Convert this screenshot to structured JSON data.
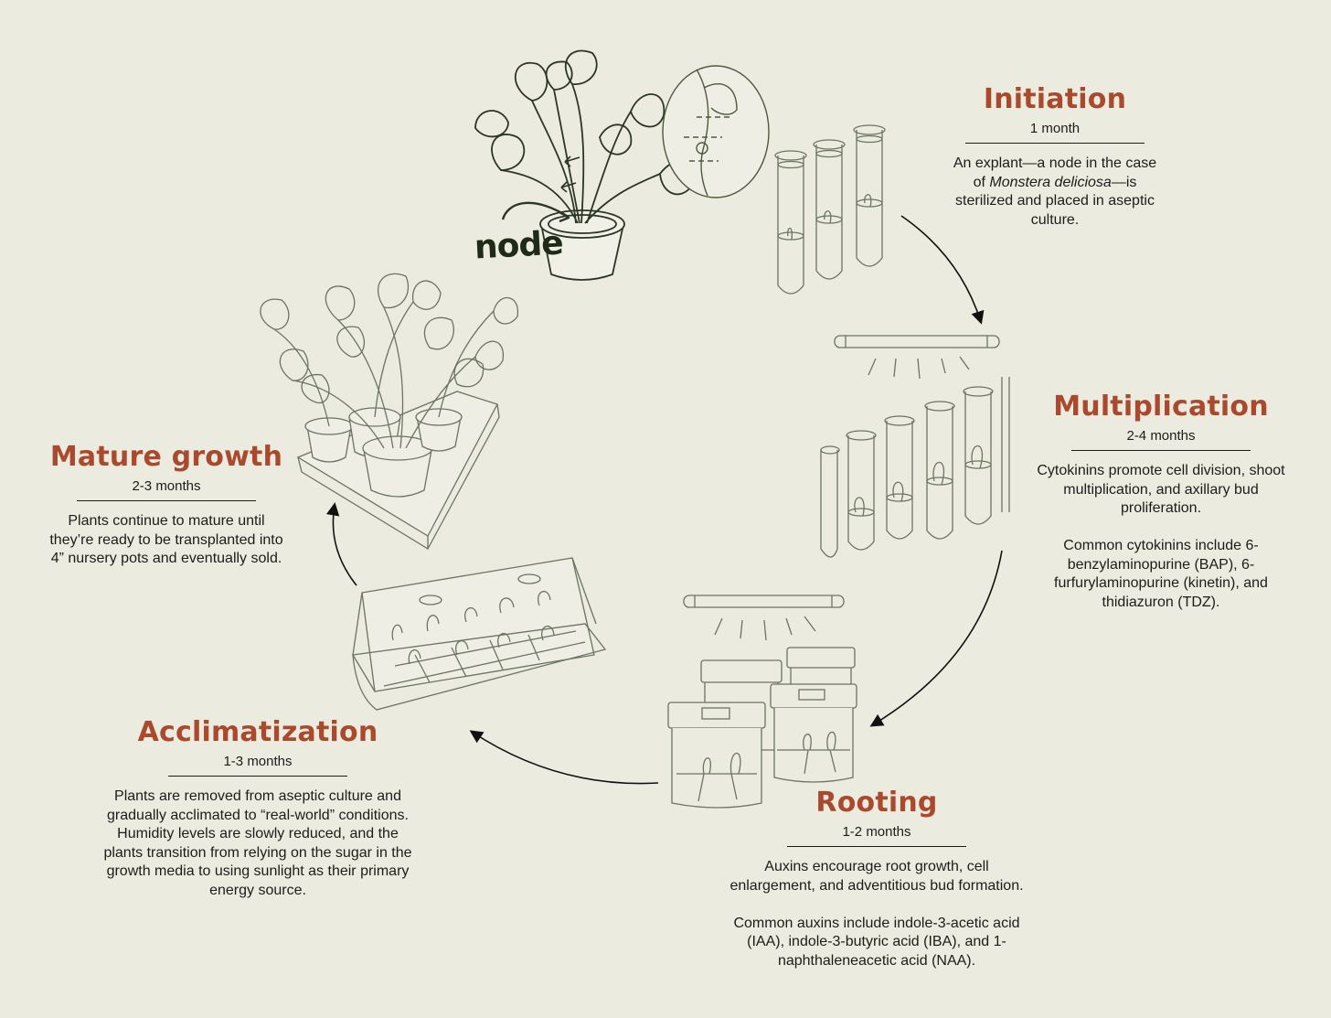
{
  "stages": {
    "initiation": {
      "title": "Initiation",
      "duration": "1 month",
      "desc_pre": "An explant—a node in the case of ",
      "desc_italic": "Monstera deliciosa",
      "desc_post": "—is sterilized and placed in aseptic culture."
    },
    "multiplication": {
      "title": "Multiplication",
      "duration": "2-4 months",
      "desc1": "Cytokinins promote cell division, shoot multiplication, and axillary bud proliferation.",
      "desc2": "Common cytokinins include 6-benzylaminopurine (BAP), 6-furfurylaminopurine (kinetin), and thidiazuron (TDZ)."
    },
    "rooting": {
      "title": "Rooting",
      "duration": "1-2 months",
      "desc1": "Auxins encourage root growth, cell enlargement, and adventitious bud formation.",
      "desc2": "Common auxins include indole-3-acetic acid (IAA), indole-3-butyric acid (IBA), and 1-naphthaleneacetic acid (NAA)."
    },
    "acclimatization": {
      "title": "Acclimatization",
      "duration": "1-3 months",
      "desc1": "Plants are removed from aseptic culture and gradually acclimated to “real-world” conditions. Humidity levels are slowly reduced, and the plants transition from relying on the sugar in the growth media to using sunlight as their primary energy source."
    },
    "mature": {
      "title": "Mature growth",
      "duration": "2-3 months",
      "desc1": "Plants continue to mature until they’re ready to be transplanted into 4” nursery pots and eventually sold."
    }
  },
  "illustration": {
    "node_label": "node"
  },
  "colors": {
    "background": "#ecebdf",
    "heading": "#a94a2e",
    "text": "#1c1c1a",
    "ink": "#4c5a3c",
    "dark_ink": "#2b3624"
  }
}
